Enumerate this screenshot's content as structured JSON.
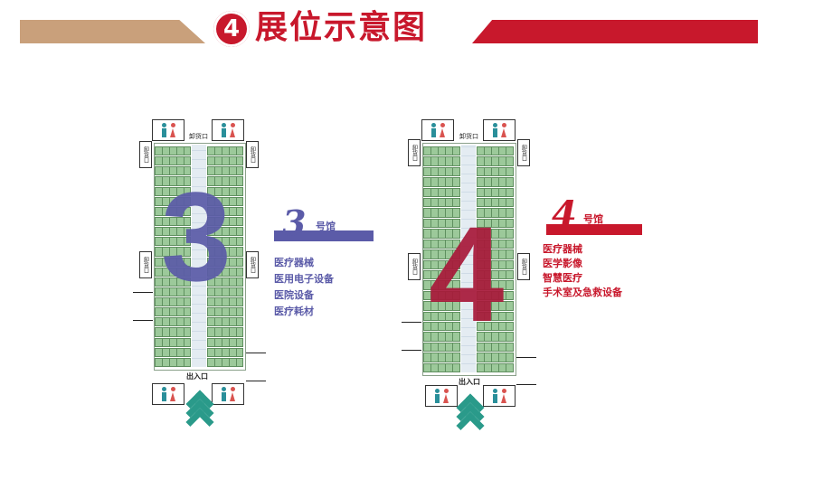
{
  "header": {
    "section_number": "4",
    "title": "展位示意图",
    "colors": {
      "accent_red": "#c8182c",
      "accent_tan": "#c9a07b"
    }
  },
  "hall3": {
    "number": "3",
    "name": "号馆",
    "categories": [
      "医疗器械",
      "医用电子设备",
      "医院设备",
      "医疗耗材"
    ],
    "color": "#5b5ba8",
    "labels": {
      "unload_top": "卸货口",
      "unload_side": "卸货口",
      "entrance": "出入口"
    }
  },
  "hall4": {
    "number": "4",
    "name": "号馆",
    "categories": [
      "医疗器械",
      "医学影像",
      "智慧医疗",
      "手术室及急救设备"
    ],
    "color": "#c8182c",
    "labels": {
      "unload_top": "卸货口",
      "unload_side": "卸货口",
      "entrance": "出入口"
    }
  }
}
